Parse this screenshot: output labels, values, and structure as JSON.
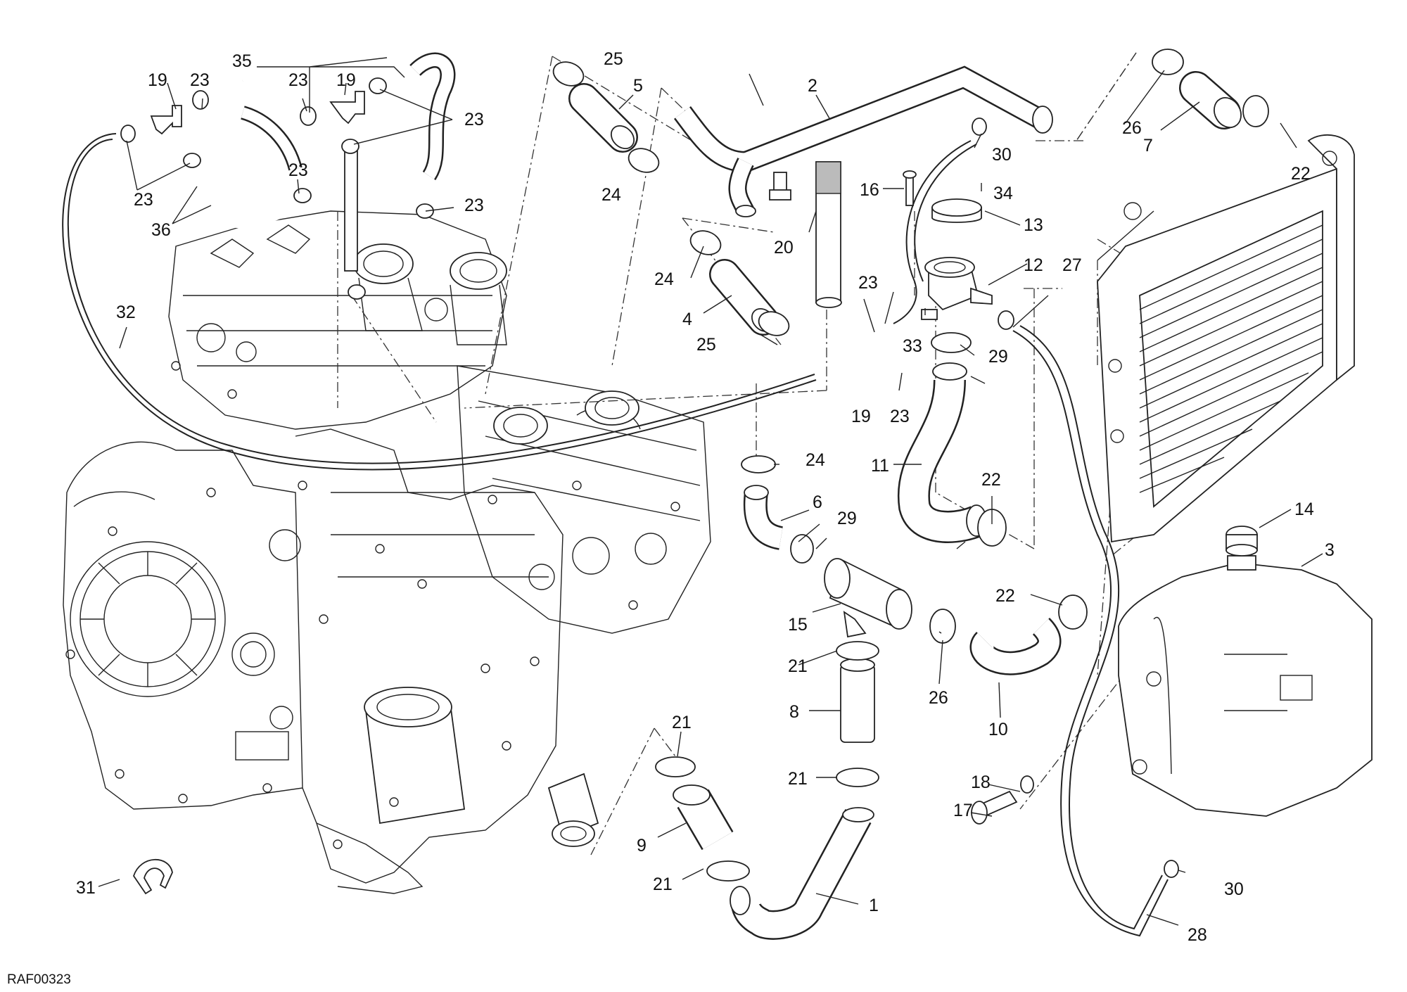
{
  "reference_code": "RAF00323",
  "callouts": [
    {
      "id": "c1",
      "label": "1"
    },
    {
      "id": "c2",
      "label": "2"
    },
    {
      "id": "c3",
      "label": "3"
    },
    {
      "id": "c4",
      "label": "4"
    },
    {
      "id": "c5",
      "label": "5"
    },
    {
      "id": "c6",
      "label": "6"
    },
    {
      "id": "c7",
      "label": "7"
    },
    {
      "id": "c8",
      "label": "8"
    },
    {
      "id": "c9",
      "label": "9"
    },
    {
      "id": "c10",
      "label": "10"
    },
    {
      "id": "c11",
      "label": "11"
    },
    {
      "id": "c12",
      "label": "12"
    },
    {
      "id": "c13",
      "label": "13"
    },
    {
      "id": "c14",
      "label": "14"
    },
    {
      "id": "c15",
      "label": "15"
    },
    {
      "id": "c16",
      "label": "16"
    },
    {
      "id": "c17",
      "label": "17"
    },
    {
      "id": "c18",
      "label": "18"
    },
    {
      "id": "c19a",
      "label": "19"
    },
    {
      "id": "c19b",
      "label": "19"
    },
    {
      "id": "c19c",
      "label": "19"
    },
    {
      "id": "c20",
      "label": "20"
    },
    {
      "id": "c21a",
      "label": "21"
    },
    {
      "id": "c21b",
      "label": "21"
    },
    {
      "id": "c21c",
      "label": "21"
    },
    {
      "id": "c21d",
      "label": "21"
    },
    {
      "id": "c22a",
      "label": "22"
    },
    {
      "id": "c22b",
      "label": "22"
    },
    {
      "id": "c22c",
      "label": "22"
    },
    {
      "id": "c23a",
      "label": "23"
    },
    {
      "id": "c23b",
      "label": "23"
    },
    {
      "id": "c23c",
      "label": "23"
    },
    {
      "id": "c23d",
      "label": "23"
    },
    {
      "id": "c23e",
      "label": "23"
    },
    {
      "id": "c23f",
      "label": "23"
    },
    {
      "id": "c23g",
      "label": "23"
    },
    {
      "id": "c23h",
      "label": "23"
    },
    {
      "id": "c24a",
      "label": "24"
    },
    {
      "id": "c24b",
      "label": "24"
    },
    {
      "id": "c24c",
      "label": "24"
    },
    {
      "id": "c25a",
      "label": "25"
    },
    {
      "id": "c25b",
      "label": "25"
    },
    {
      "id": "c26a",
      "label": "26"
    },
    {
      "id": "c26b",
      "label": "26"
    },
    {
      "id": "c27",
      "label": "27"
    },
    {
      "id": "c28",
      "label": "28"
    },
    {
      "id": "c29a",
      "label": "29"
    },
    {
      "id": "c29b",
      "label": "29"
    },
    {
      "id": "c30a",
      "label": "30"
    },
    {
      "id": "c30b",
      "label": "30"
    },
    {
      "id": "c31",
      "label": "31"
    },
    {
      "id": "c32",
      "label": "32"
    },
    {
      "id": "c33",
      "label": "33"
    },
    {
      "id": "c34",
      "label": "34"
    },
    {
      "id": "c35",
      "label": "35"
    },
    {
      "id": "c36",
      "label": "36"
    }
  ]
}
